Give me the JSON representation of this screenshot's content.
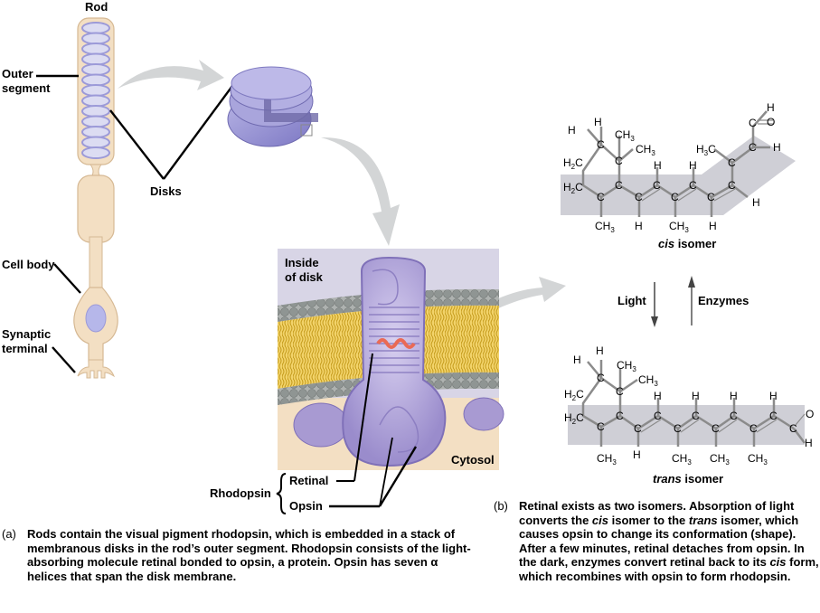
{
  "figure": {
    "rod_cell": {
      "title": "Rod",
      "labels": {
        "outer_segment": [
          "Outer",
          "segment"
        ],
        "disks": "Disks",
        "cell_body": "Cell body",
        "synaptic_terminal": [
          "Synaptic",
          "terminal"
        ]
      },
      "colors": {
        "cell": "#f3dfc3",
        "disk": "#9c9ad8",
        "nucleus": "#b6b7ea"
      }
    },
    "membrane_panel": {
      "inside_label": [
        "Inside",
        "of disk"
      ],
      "cytosol_label": "Cytosol",
      "rhodopsin_label": "Rhodopsin",
      "retinal_label": "Retinal",
      "opsin_label": "Opsin",
      "colors": {
        "background": "#d8d5e6",
        "cytosol": "#f3dfc3",
        "lipid_tails": "#e9c44a",
        "heads": "#8c9190",
        "protein": "#a89ad2",
        "retinal": "#ea6a55"
      }
    },
    "isomers": {
      "cis": {
        "label_italic": "cis",
        "label_rest": " isomer"
      },
      "trans": {
        "label_italic": "trans",
        "label_rest": " isomer"
      },
      "light_label": "Light",
      "enzymes_label": "Enzymes",
      "band_color": "#cfcfd6"
    },
    "captions": {
      "a": {
        "tag": "(a)",
        "text": "Rods contain the visual pigment rhodopsin, which is embedded in a stack of membranous disks in the rod’s outer segment. Rhodopsin consists of the light-absorbing molecule retinal bonded to opsin, a protein. Opsin has seven α helices that span the disk membrane."
      },
      "b": {
        "tag": "(b)",
        "parts": [
          "Retinal exists as two isomers. Absorption of light converts the ",
          "cis",
          " isomer to the ",
          "trans",
          " isomer, which causes opsin to change its conformation (shape). After a few minutes, retinal detaches from opsin. In the dark, enzymes convert retinal back to its ",
          "cis",
          " form, which recombines with opsin to form rhodopsin."
        ]
      }
    }
  }
}
